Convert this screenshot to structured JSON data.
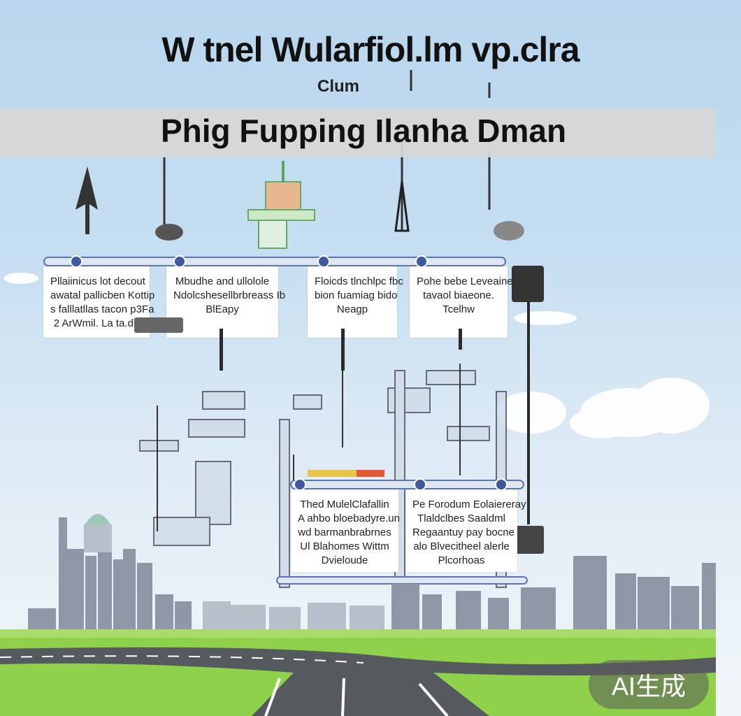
{
  "title": "W tnel Wularfiol.lm vp.clra",
  "subtitle": "Clum",
  "banner": "Phig Fupping Ilanha Dman",
  "cards_top": [
    {
      "lines": [
        "Pllaiinicus lot decout",
        "awatal pallicben Kottip",
        "s falllatllas tacon p3Fa",
        "2 ArWmil. La ta.dlr"
      ]
    },
    {
      "lines": [
        "Mbudhe and ullolole",
        "Ndolcshesellbrbreass Ib",
        "BlEapy"
      ]
    },
    {
      "lines": [
        "Floicds tlnchlpc fbc",
        "bion fuamiag bido",
        "Neagp"
      ]
    },
    {
      "lines": [
        "Pohe bebe Leveaine",
        "tavaol biaeone.",
        "Tcelhw"
      ]
    }
  ],
  "cards_bottom": [
    {
      "lines": [
        "Thed MulelClafallin",
        "A ahbo bloebadyre.un",
        "wd barmanbrabrnes",
        "Ul Blahomes Wittm",
        "Dvieloude"
      ]
    },
    {
      "lines": [
        "Pe Forodum Eolaiereray",
        "Tlaldclbes Saaldml",
        "Regaantuy pay bocne",
        "alo Blvecitheel alerle",
        "Plcorhoas"
      ]
    }
  ],
  "badge": "AI生成"
}
